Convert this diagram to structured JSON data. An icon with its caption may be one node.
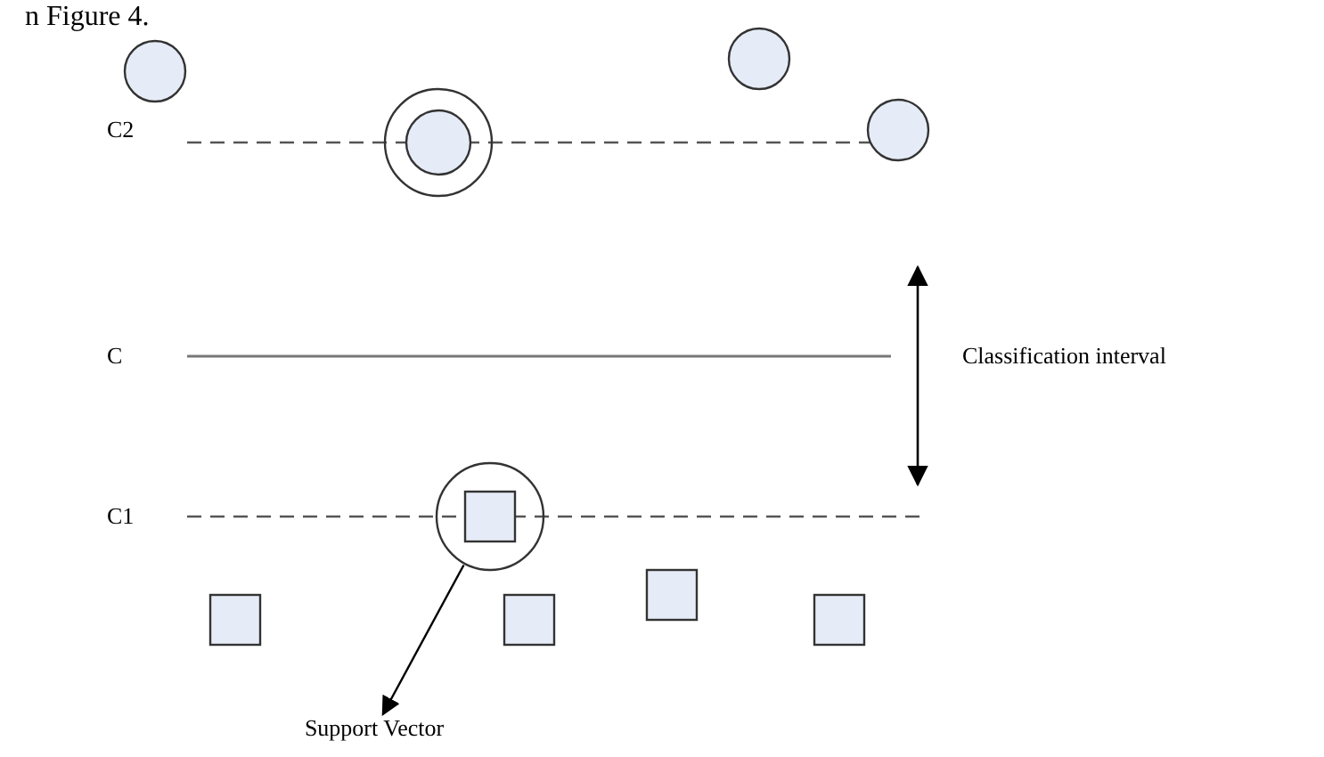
{
  "diagram": {
    "nodes": [
      {
        "text": [],
        "shape": "circle"
      },
      {
        "text": [],
        "shape": "circle"
      },
      {
        "text": [],
        "shape": "circle"
      },
      {
        "text": [],
        "shape": "circle"
      },
      {
        "text": [],
        "shape": "circle",
        "in": 3
      },
      {
        "text": [],
        "shape": "circle"
      },
      {
        "text": [],
        "shape": "box",
        "in": 5
      },
      {
        "text": [],
        "shape": "box"
      },
      {
        "text": [],
        "shape": "box"
      },
      {
        "text": [],
        "shape": "box"
      },
      {
        "text": [],
        "shape": "box"
      },
      {
        "text": [
          "Support Vector"
        ]
      }
    ],
    "edges": [
      {
        "from": 5,
        "to": 11,
        "arrow": "to"
      }
    ],
    "labels": [
      "n Figure 4.",
      "C2",
      "C",
      "C1",
      "Classification interval"
    ]
  }
}
